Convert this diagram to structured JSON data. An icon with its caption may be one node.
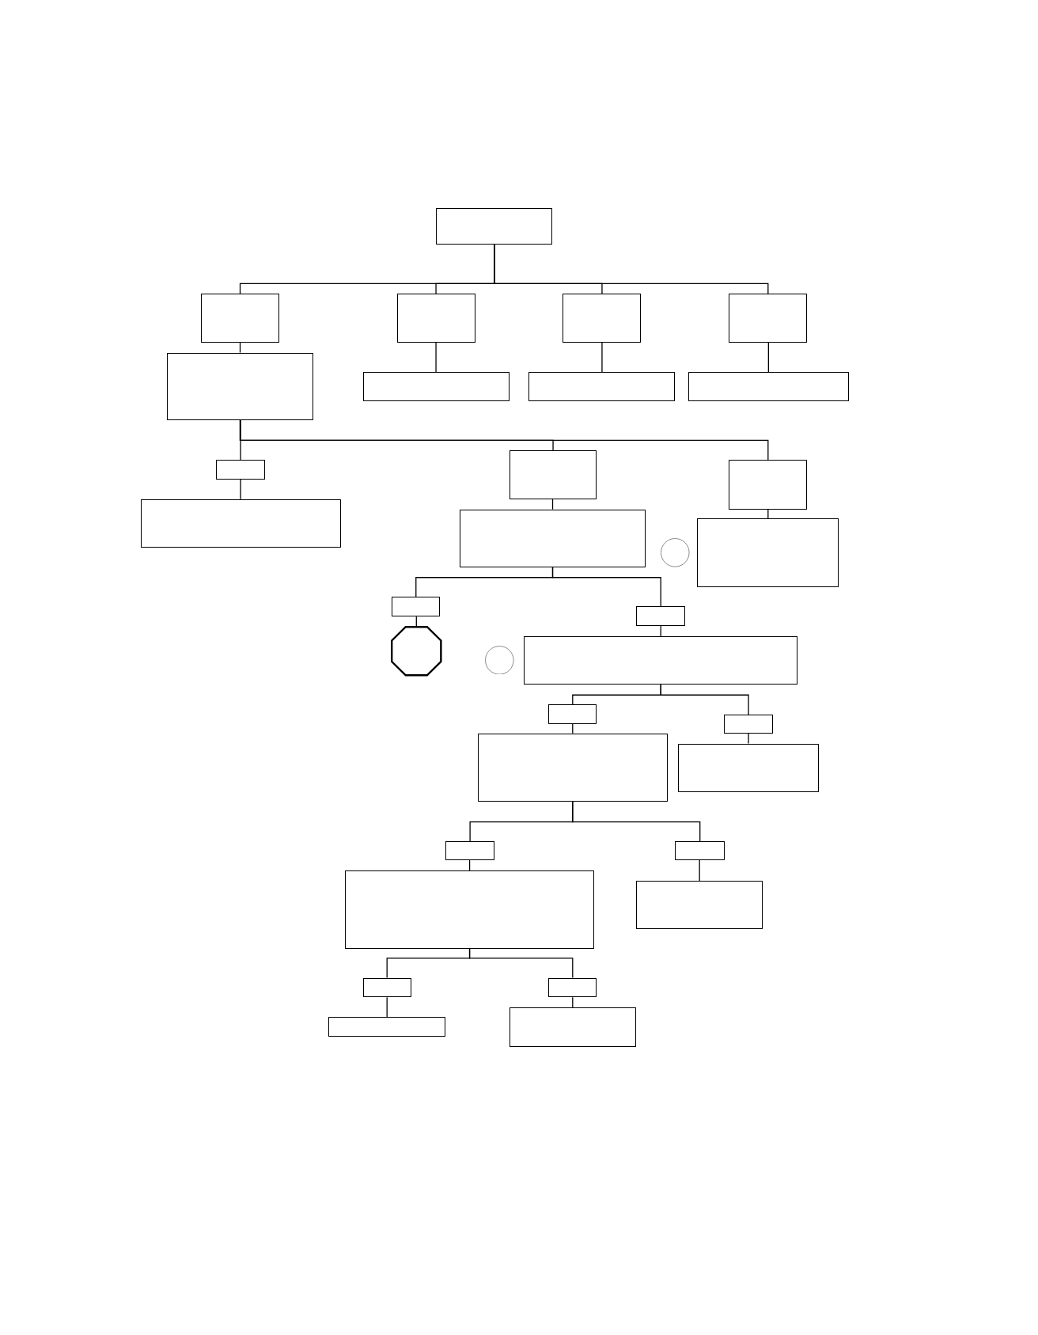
{
  "diagram": {
    "nodes": [
      {
        "text": [],
        "shape": "box"
      },
      {
        "text": [],
        "shape": "box"
      },
      {
        "text": [],
        "shape": "box"
      },
      {
        "text": [],
        "shape": "box"
      },
      {
        "text": [],
        "shape": "box"
      },
      {
        "text": [],
        "shape": "box"
      },
      {
        "text": [],
        "shape": "box"
      },
      {
        "text": [],
        "shape": "box"
      },
      {
        "text": [],
        "shape": "box"
      },
      {
        "text": [],
        "shape": "box"
      },
      {
        "text": [],
        "shape": "box"
      },
      {
        "text": [],
        "shape": "box"
      },
      {
        "text": [],
        "shape": "box"
      },
      {
        "text": [],
        "shape": "box"
      },
      {
        "text": [],
        "shape": "box"
      },
      {
        "text": [],
        "shape": "circle"
      },
      {
        "text": [],
        "shape": "box"
      },
      {
        "text": [],
        "shape": "box"
      },
      {
        "text": [],
        "shape": "octagon"
      },
      {
        "text": [],
        "shape": "box"
      },
      {
        "text": [],
        "shape": "circle"
      },
      {
        "text": [],
        "shape": "box"
      },
      {
        "text": [],
        "shape": "box"
      },
      {
        "text": [],
        "shape": "box"
      },
      {
        "text": [],
        "shape": "box"
      },
      {
        "text": [],
        "shape": "box"
      },
      {
        "text": [],
        "shape": "box"
      },
      {
        "text": [],
        "shape": "box"
      },
      {
        "text": [],
        "shape": "box"
      },
      {
        "text": [],
        "shape": "box"
      },
      {
        "text": [],
        "shape": "box"
      },
      {
        "text": [],
        "shape": "box"
      },
      {
        "text": [],
        "shape": "box"
      }
    ],
    "edges": [
      {
        "from": 0,
        "to": 1,
        "arrow": "none"
      },
      {
        "from": 0,
        "to": 2,
        "arrow": "none"
      },
      {
        "from": 0,
        "to": 3,
        "arrow": "none"
      },
      {
        "from": 0,
        "to": 4,
        "arrow": "none"
      },
      {
        "from": 1,
        "to": 5,
        "arrow": "none"
      },
      {
        "from": 2,
        "to": 6,
        "arrow": "none"
      },
      {
        "from": 3,
        "to": 7,
        "arrow": "none"
      },
      {
        "from": 4,
        "to": 8,
        "arrow": "none"
      },
      {
        "from": 5,
        "to": 9,
        "arrow": "none"
      },
      {
        "from": 5,
        "to": 10,
        "arrow": "none"
      },
      {
        "from": 5,
        "to": 11,
        "arrow": "none"
      },
      {
        "from": 9,
        "to": 12,
        "arrow": "none"
      },
      {
        "from": 10,
        "to": 13,
        "arrow": "none"
      },
      {
        "from": 11,
        "to": 14,
        "arrow": "none"
      },
      {
        "from": 13,
        "to": 16,
        "arrow": "none"
      },
      {
        "from": 13,
        "to": 17,
        "arrow": "none"
      },
      {
        "from": 16,
        "to": 18,
        "arrow": "none"
      },
      {
        "from": 17,
        "to": 19,
        "arrow": "none"
      },
      {
        "from": 19,
        "to": 21,
        "arrow": "none"
      },
      {
        "from": 19,
        "to": 22,
        "arrow": "none"
      },
      {
        "from": 21,
        "to": 23,
        "arrow": "none"
      },
      {
        "from": 22,
        "to": 24,
        "arrow": "none"
      },
      {
        "from": 23,
        "to": 25,
        "arrow": "none"
      },
      {
        "from": 23,
        "to": 26,
        "arrow": "none"
      },
      {
        "from": 25,
        "to": 27,
        "arrow": "none"
      },
      {
        "from": 26,
        "to": 28,
        "arrow": "none"
      },
      {
        "from": 27,
        "to": 29,
        "arrow": "none"
      },
      {
        "from": 27,
        "to": 30,
        "arrow": "none"
      },
      {
        "from": 29,
        "to": 31,
        "arrow": "none"
      },
      {
        "from": 30,
        "to": 32,
        "arrow": "none"
      }
    ]
  }
}
